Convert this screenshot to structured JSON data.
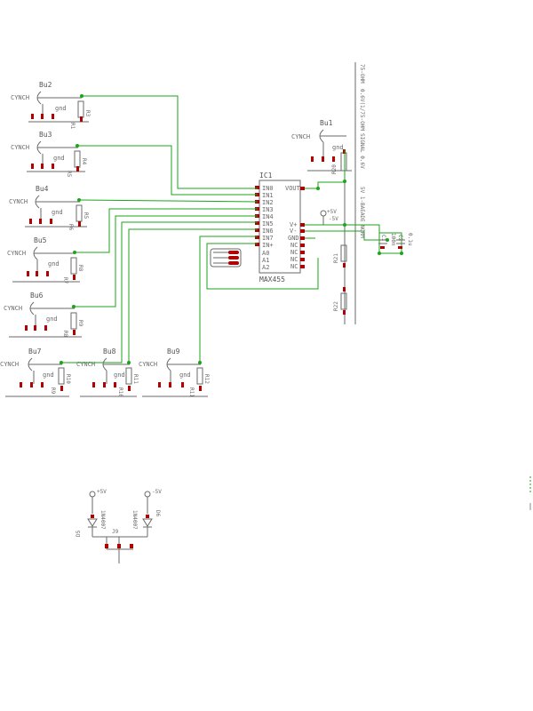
{
  "connectors": [
    {
      "ref": "Bu2",
      "type": "CYNCH",
      "gnd": "gnd",
      "r": "R1",
      "rv": "R3"
    },
    {
      "ref": "Bu3",
      "type": "CYNCH",
      "gnd": "gnd",
      "r": "R5",
      "rv": "R4"
    },
    {
      "ref": "Bu4",
      "type": "CYNCH",
      "gnd": "gnd",
      "r": "R6",
      "rv": "R5"
    },
    {
      "ref": "Bu5",
      "type": "CYNCH",
      "gnd": "gnd",
      "r": "R7",
      "rv": "R8"
    },
    {
      "ref": "Bu6",
      "type": "CYNCH",
      "gnd": "gnd",
      "r": "R8",
      "rv": "R9"
    },
    {
      "ref": "Bu7",
      "type": "CYNCH",
      "gnd": "gnd",
      "r": "R9",
      "rv": "R10"
    },
    {
      "ref": "Bu8",
      "type": "CYNCH",
      "gnd": "gnd",
      "r": "R10",
      "rv": "R11"
    },
    {
      "ref": "Bu9",
      "type": "CYNCH",
      "gnd": "gnd",
      "r": "R11",
      "rv": "R12"
    },
    {
      "ref": "Bu1",
      "type": "CYNCH",
      "gnd": "gnd",
      "r": "R20",
      "rv": ""
    }
  ],
  "ic": {
    "ref": "IC1",
    "part": "MAX455",
    "left_pins": [
      "IN0",
      "IN1",
      "IN2",
      "IN3",
      "IN4",
      "IN5",
      "IN6",
      "IN7",
      "IN+"
    ],
    "select_pins": [
      "A0",
      "A1",
      "A2"
    ],
    "right_pins": [
      "VOUT",
      "V+",
      "V-",
      "GND",
      "NC",
      "NC",
      "NC",
      "NC"
    ]
  },
  "vertical_notes": {
    "note1": "0.6V(1/75-OHM",
    "note2": "SIGNAL 0.6V",
    "note3": "5V 1-BAEADE NORM",
    "note4": "75-OHM"
  },
  "resistors_right": [
    "R20",
    "R21",
    "R22"
  ],
  "caps": {
    "c1": "C1",
    "c1v": "100n",
    "c2": "C2",
    "c2v": "0.1u"
  },
  "supply": {
    "plus5": "+5V",
    "minus5": "-5V",
    "gnd": "GND"
  },
  "diodes": [
    {
      "ref": "D5",
      "part": "1N4007",
      "rail": "+5V"
    },
    {
      "ref": "D6",
      "part": "1N4007",
      "rail": "-5V"
    }
  ],
  "misc": {
    "jumper": "J9"
  },
  "colors": {
    "wire": "#1aa51a",
    "pad": "#b00000",
    "symbol": "#6a6a6a"
  }
}
